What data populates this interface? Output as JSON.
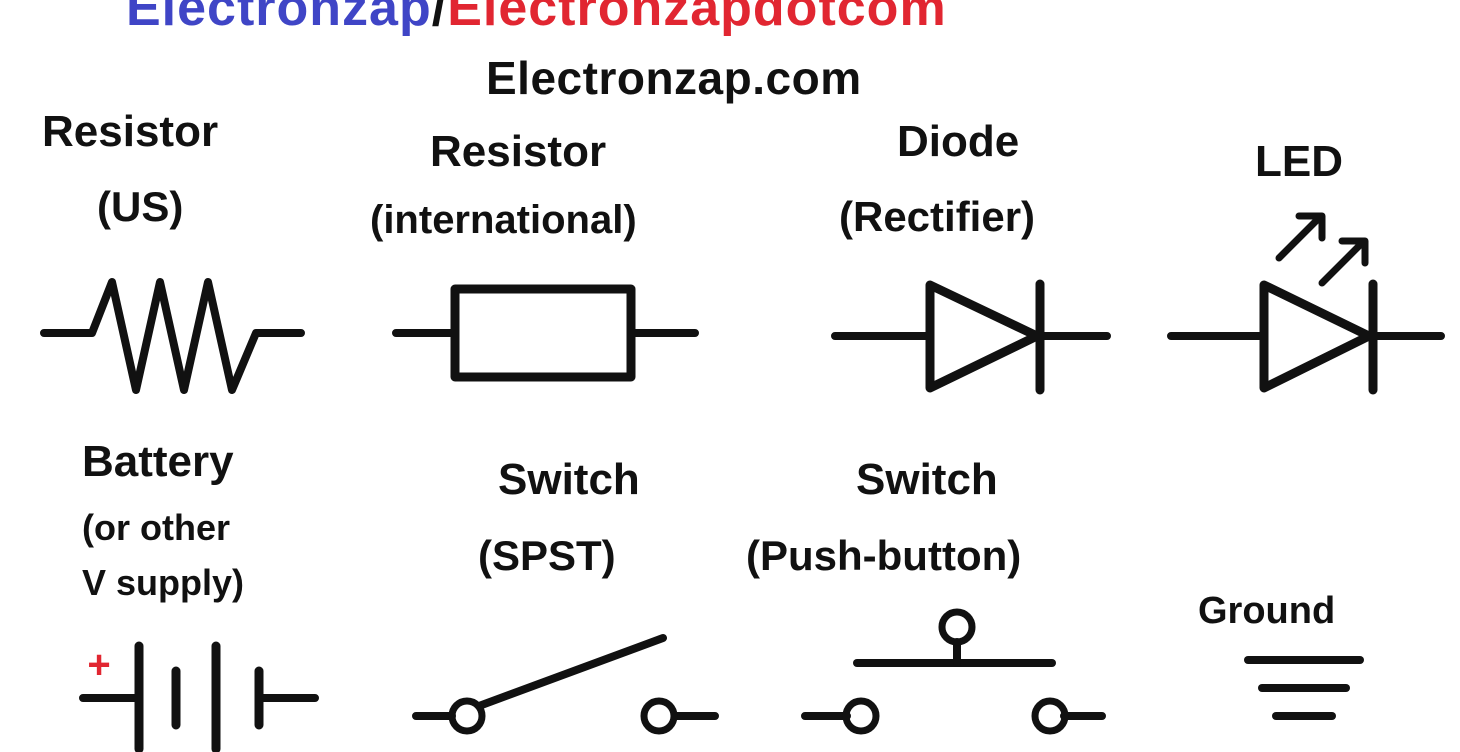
{
  "header": {
    "brand_left": "Electronzap",
    "separator": "/",
    "brand_right": "Electronzapdotcom",
    "site": "Electronzap.com"
  },
  "components": {
    "resistor_us": {
      "title": "Resistor",
      "subtitle": "(US)"
    },
    "resistor_international": {
      "title": "Resistor",
      "subtitle": "(international)"
    },
    "diode": {
      "title": "Diode",
      "subtitle": "(Rectifier)"
    },
    "led": {
      "title": "LED"
    },
    "battery": {
      "title": "Battery",
      "line2": "(or other",
      "line3": "V supply)",
      "plus": "+"
    },
    "switch_spst": {
      "title": "Switch",
      "subtitle": "(SPST)"
    },
    "switch_pushbutton": {
      "title": "Switch",
      "subtitle": "(Push-button)"
    },
    "ground": {
      "title": "Ground"
    }
  },
  "colors": {
    "brand_blue": "#3f45c6",
    "brand_red": "#e12631",
    "ink": "#111111",
    "background": "#ffffff"
  },
  "icons": [
    "resistor-us-symbol-icon",
    "resistor-international-symbol-icon",
    "diode-symbol-icon",
    "led-symbol-icon",
    "battery-symbol-icon",
    "spst-switch-symbol-icon",
    "push-button-switch-symbol-icon",
    "ground-symbol-icon"
  ]
}
